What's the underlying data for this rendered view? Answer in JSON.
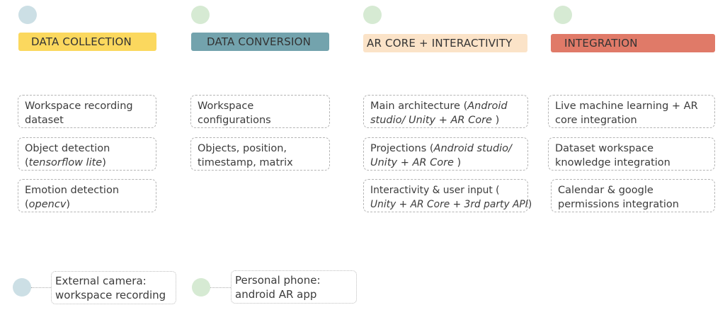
{
  "colors": {
    "dot_blue": "#ccdfe5",
    "dot_green": "#d6ead3",
    "collection": "#fbd85e",
    "conversion": "#73a3ad",
    "arcore": "#fbe3c8",
    "integration": "#e07a68"
  },
  "columns": [
    {
      "header": "DATA COLLECTION",
      "cards": [
        {
          "line1": "Workspace recording",
          "line2": "dataset"
        },
        {
          "line1": "Object detection",
          "line2_pre": "(",
          "line2_italic": "tensorflow lite",
          "line2_post": ")"
        },
        {
          "line1": "Emotion detection",
          "line2_pre": "(",
          "line2_italic": "opencv",
          "line2_post": ")"
        }
      ]
    },
    {
      "header": "DATA CONVERSION",
      "cards": [
        {
          "line1": "Workspace",
          "line2": "configurations"
        },
        {
          "line1": "Objects, position,",
          "line2": "timestamp, matrix"
        }
      ]
    },
    {
      "header": "AR CORE + INTERACTIVITY",
      "cards": [
        {
          "line1_pre": "Main architecture (",
          "line1_italic": "Android",
          "line2_italic": "studio/ Unity + AR Core",
          "line2_post": " )"
        },
        {
          "line1_pre": "Projections (",
          "line1_italic": "Android studio/",
          "line2_italic": "Unity + AR Core",
          "line2_post": " )"
        },
        {
          "line1_pre": "Interactivity & user input (",
          "line2_italic": "Unity + AR Core  + 3rd party API",
          "line2_post": ")"
        }
      ]
    },
    {
      "header": "INTEGRATION",
      "cards": [
        {
          "line1": "Live machine learning + AR",
          "line2": "core integration"
        },
        {
          "line1": "Dataset workspace",
          "line2": "knowledge integration"
        },
        {
          "line1": "Calendar & google",
          "line2": "permissions integration"
        }
      ]
    }
  ],
  "legend": [
    {
      "line1": "External camera:",
      "line2": "workspace recording"
    },
    {
      "line1": "Personal phone:",
      "line2": "android AR app"
    }
  ]
}
